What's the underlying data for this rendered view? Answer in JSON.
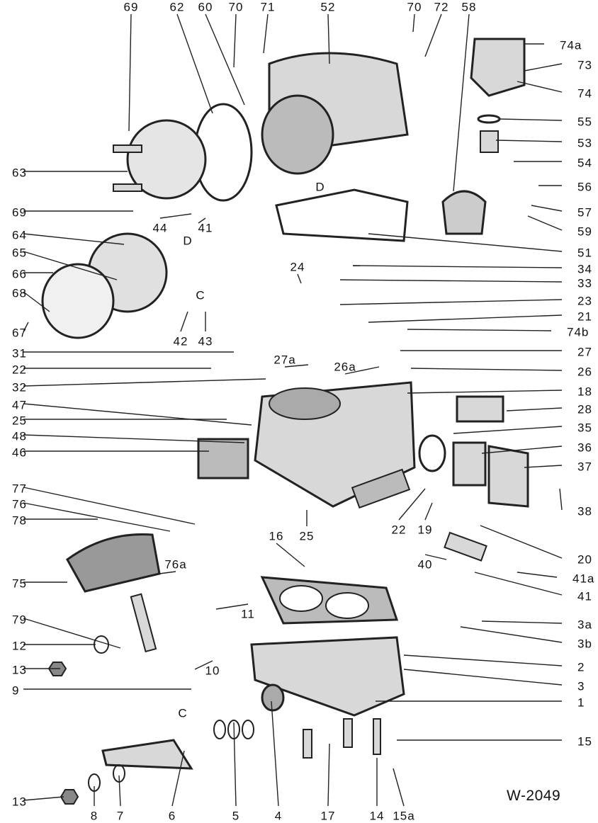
{
  "figure_code": "W-2049",
  "labels": [
    "69",
    "62",
    "60",
    "70",
    "71",
    "52",
    "70",
    "72",
    "58",
    "74a",
    "73",
    "74",
    "55",
    "53",
    "54",
    "56",
    "57",
    "59",
    "51",
    "34",
    "33",
    "23",
    "21",
    "74b",
    "27",
    "26",
    "18",
    "28",
    "35",
    "36",
    "37",
    "38",
    "20",
    "41a",
    "41",
    "3a",
    "3b",
    "2",
    "3",
    "1",
    "15",
    "63",
    "69",
    "64",
    "65",
    "66",
    "68",
    "67",
    "31",
    "22",
    "32",
    "47",
    "25",
    "48",
    "46",
    "77",
    "76",
    "78",
    "75",
    "79",
    "12",
    "13",
    "9",
    "13",
    "44",
    "41",
    "D",
    "D",
    "24",
    "C",
    "42",
    "43",
    "27a",
    "26a",
    "22",
    "19",
    "16",
    "25",
    "40",
    "76a",
    "11",
    "10",
    "C",
    "8",
    "7",
    "6",
    "5",
    "4",
    "17",
    "14",
    "15a"
  ]
}
